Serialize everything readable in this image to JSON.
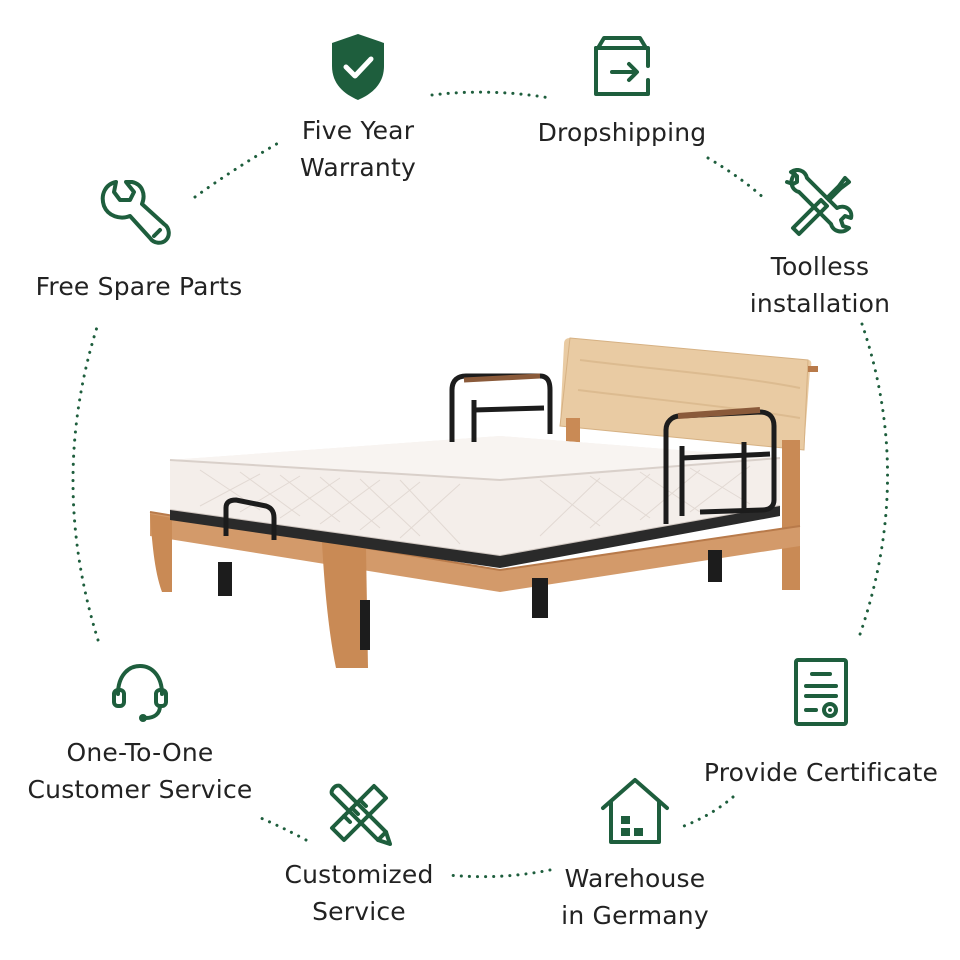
{
  "colors": {
    "accent": "#1e5e3d",
    "oak": "#d39a6a",
    "oak_dark": "#b87a4a",
    "headboard": "#e8c9a1",
    "mattress": "#f4eeea",
    "metal": "#1c1c1c"
  },
  "features": [
    {
      "id": "warranty",
      "icon": "shield-check-icon",
      "lines": [
        "Five Year",
        "Warranty"
      ]
    },
    {
      "id": "dropshipping",
      "icon": "box-arrow-icon",
      "lines": [
        "Dropshipping"
      ]
    },
    {
      "id": "toolless",
      "icon": "wrench-screwdriver-icon",
      "lines": [
        "Toolless",
        "installation"
      ]
    },
    {
      "id": "spare-parts",
      "icon": "wrench-icon",
      "lines": [
        "Free Spare Parts"
      ]
    },
    {
      "id": "customer-service",
      "icon": "headset-icon",
      "lines": [
        "One-To-One",
        "Customer Service"
      ]
    },
    {
      "id": "customized",
      "icon": "pencil-ruler-icon",
      "lines": [
        "Customized",
        "Service"
      ]
    },
    {
      "id": "warehouse",
      "icon": "house-icon",
      "lines": [
        "Warehouse",
        "in Germany"
      ]
    },
    {
      "id": "certificate",
      "icon": "certificate-icon",
      "lines": [
        "Provide Certificate"
      ]
    }
  ]
}
